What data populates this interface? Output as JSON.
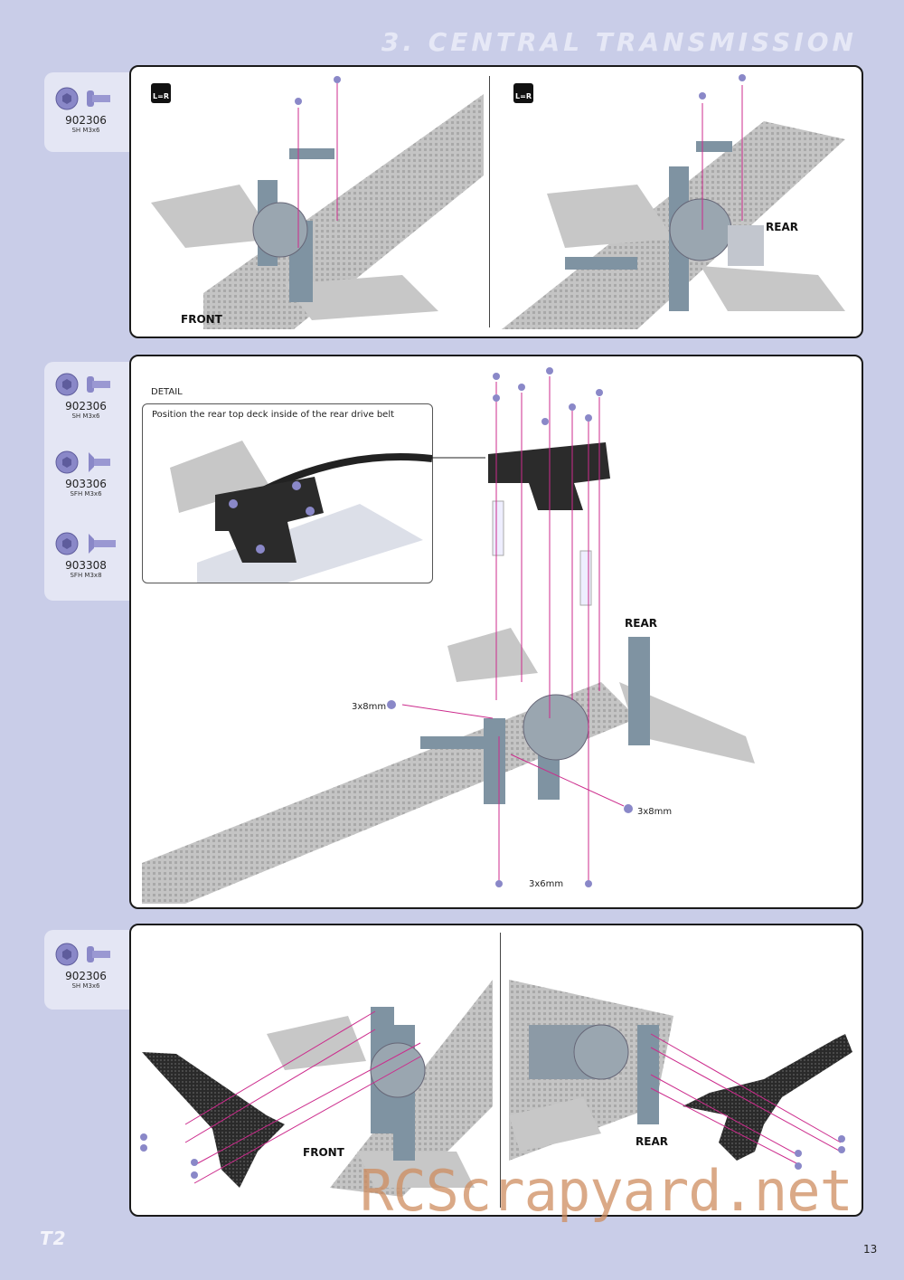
{
  "header": {
    "section_title": "3. CENTRAL TRANSMISSION"
  },
  "step1": {
    "parts": [
      {
        "code": "902306",
        "desc": "SH M3x6"
      }
    ],
    "left_badge": "L=R",
    "right_badge": "L=R",
    "front_label": "FRONT",
    "rear_label": "REAR"
  },
  "step2": {
    "parts": [
      {
        "code": "902306",
        "desc": "SH M3x6"
      },
      {
        "code": "903306",
        "desc": "SFH M3x6"
      },
      {
        "code": "903308",
        "desc": "SFH M3x8"
      }
    ],
    "detail_title": "DETAIL",
    "detail_text": "Position the rear top deck inside of the rear drive belt",
    "rear_label": "REAR",
    "screw_left": "3x8mm",
    "screw_right": "3x8mm",
    "screw_bottom": "3x6mm"
  },
  "step3": {
    "parts": [
      {
        "code": "902306",
        "desc": "SH M3x6"
      }
    ],
    "front_label": "FRONT",
    "rear_label": "REAR"
  },
  "footer": {
    "logo": "T2",
    "page_number": "13",
    "watermark": "RCScrapyard.net"
  },
  "colors": {
    "background": "#c9cde8",
    "screw": "#8a88c8",
    "chassis": "#b9b9b9",
    "bulkhead": "#7f93a2",
    "arrow": "#cc2b8c"
  }
}
